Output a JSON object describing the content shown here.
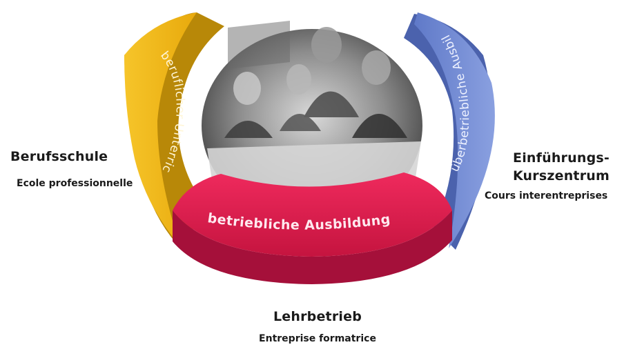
{
  "segments": {
    "left": {
      "text": "beruflicher Unterricht",
      "color": "#f2b713",
      "shadow": "#c08b08"
    },
    "bottom": {
      "text": "betriebliche Ausbildung",
      "color": "#e21b4f",
      "shadow": "#a3103a"
    },
    "right": {
      "text": "überbetriebliche Ausbildung",
      "color": "#6f86cf",
      "shadow": "#4a5fa6"
    }
  },
  "labels": {
    "left_main": "Berufsschule",
    "left_sub": "Ecole professionnelle",
    "right_main_1": "Einführungs-",
    "right_main_2": "Kurszentrum",
    "right_sub": "Cours interentreprises",
    "bottom_main": "Lehrbetrieb",
    "bottom_sub": "Entreprise formatrice"
  },
  "photo": {
    "description_icon": "group-photo-icon"
  }
}
